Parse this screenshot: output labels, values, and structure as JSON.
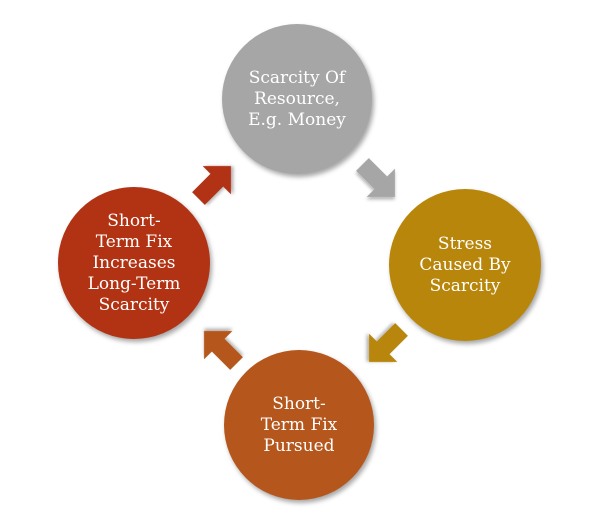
{
  "nodes": {
    "top": {
      "label": "Scarcity Of\nResource,\nE.g. Money",
      "color": "#a6a6a6"
    },
    "right": {
      "label": "Stress\nCaused By\nScarcity",
      "color": "#b8860b"
    },
    "bottom": {
      "label": "Short-\nTerm Fix\nPursued",
      "color": "#b5561c"
    },
    "left": {
      "label": "Short-\nTerm Fix\nIncreases\nLong-Term\nScarcity",
      "color": "#b23314"
    }
  },
  "arrows": {
    "top_to_right": {
      "color": "#a6a6a6"
    },
    "right_to_bottom": {
      "color": "#b8860b"
    },
    "bottom_to_left": {
      "color": "#b5561c"
    },
    "left_to_top": {
      "color": "#b23314"
    }
  }
}
